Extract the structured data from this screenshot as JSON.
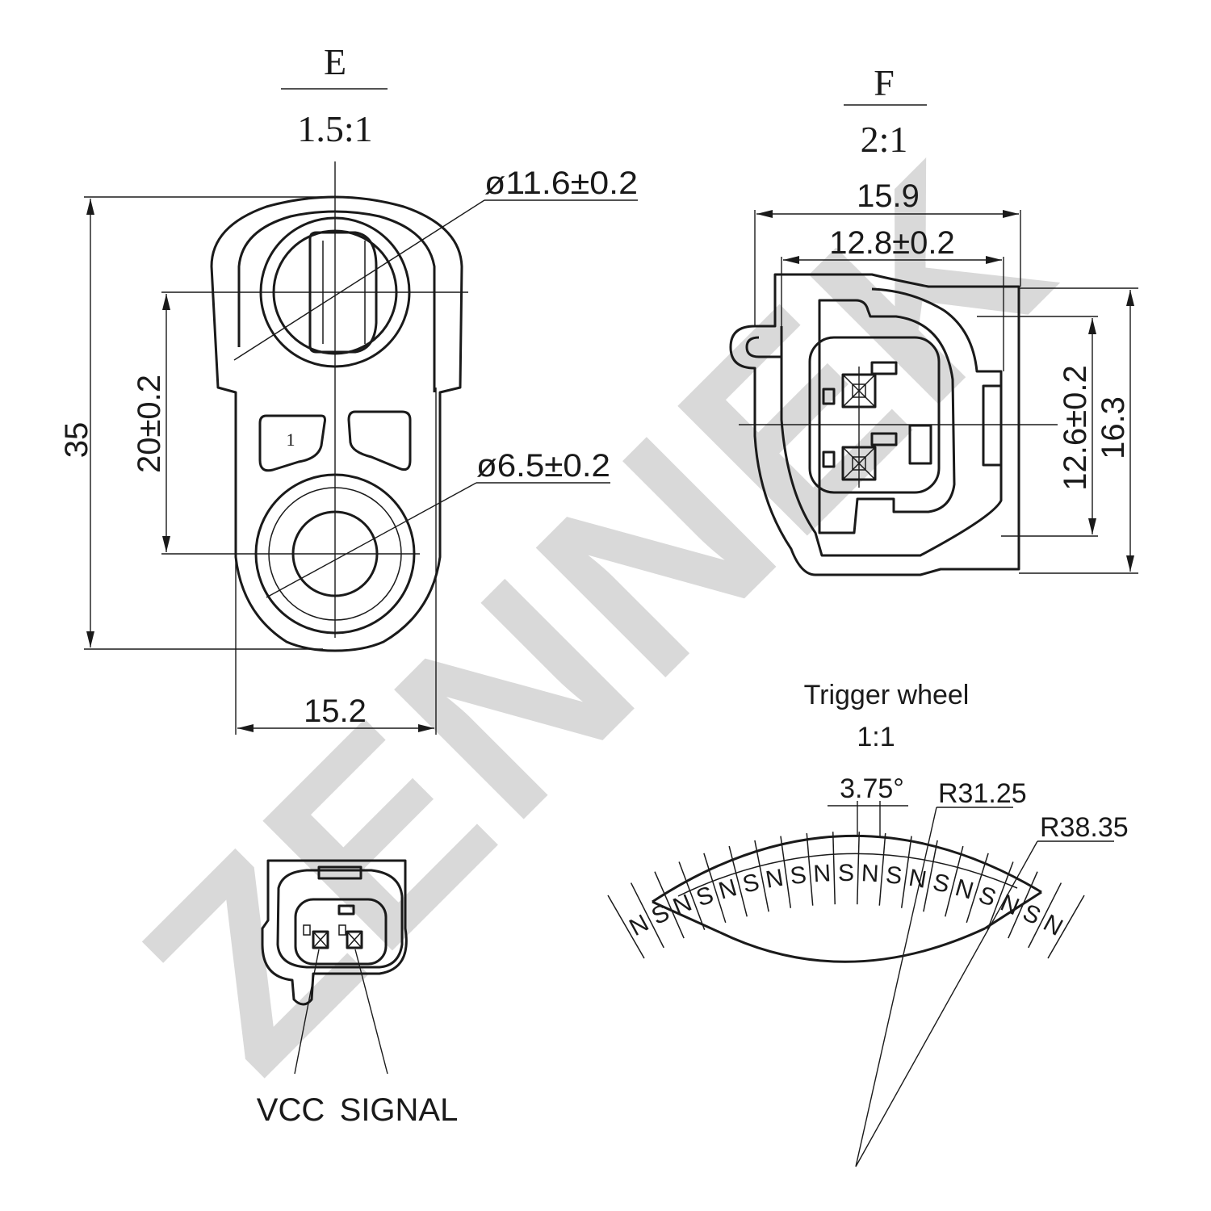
{
  "watermark": {
    "text": "ZENNEK",
    "color": "#d9d9d9"
  },
  "view_e": {
    "label": "E",
    "scale": "1.5:1",
    "dim_top_hole": "ø11.6±0.2",
    "dim_bottom_hole": "ø6.5±0.2",
    "dim_height": "35",
    "dim_spacing": "20±0.2",
    "dim_width": "15.2",
    "marker": "1"
  },
  "view_f": {
    "label": "F",
    "scale": "2:1",
    "dim_outer_width": "15.9",
    "dim_inner_width": "12.8±0.2",
    "dim_inner_height": "12.6±0.2",
    "dim_outer_height": "16.3"
  },
  "connector": {
    "pin_labels": [
      "VCC",
      "SIGNAL"
    ]
  },
  "trigger_wheel": {
    "title": "Trigger wheel",
    "scale": "1:1",
    "angle": "3.75°",
    "inner_radius": "R31.25",
    "outer_radius": "R38.35",
    "poles": [
      "N",
      "S",
      "N",
      "S",
      "N",
      "S",
      "N",
      "S",
      "N",
      "S",
      "N",
      "S",
      "N",
      "S",
      "N",
      "S",
      "N",
      "S",
      "N"
    ]
  }
}
